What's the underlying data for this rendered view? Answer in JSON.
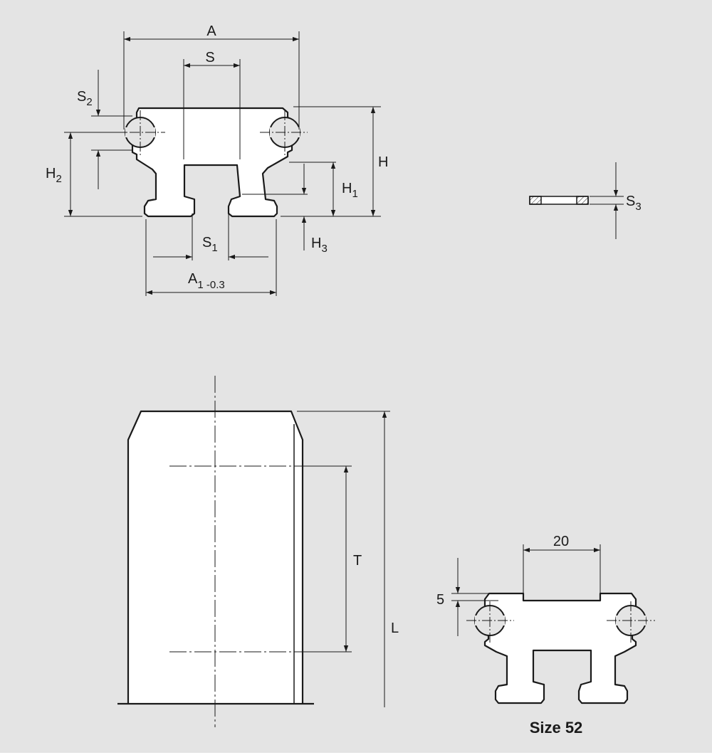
{
  "colors": {
    "background": "#e4e4e4",
    "part_fill": "#ffffff",
    "line": "#1a1a1a"
  },
  "profile_view": {
    "labels": {
      "A": "A",
      "S": "S",
      "S2_main": "S",
      "S2_sub": "2",
      "H2_main": "H",
      "H2_sub": "2",
      "H": "H",
      "H1_main": "H",
      "H1_sub": "1",
      "H3_main": "H",
      "H3_sub": "3",
      "S1_main": "S",
      "S1_sub": "1",
      "A1_main": "A",
      "A1_sub": "1 -0.3"
    }
  },
  "plate_view": {
    "labels": {
      "S3_main": "S",
      "S3_sub": "3"
    }
  },
  "length_view": {
    "labels": {
      "T": "T",
      "L": "L"
    }
  },
  "size52_view": {
    "labels": {
      "dim_20": "20",
      "dim_5": "5",
      "caption": "Size 52"
    }
  }
}
